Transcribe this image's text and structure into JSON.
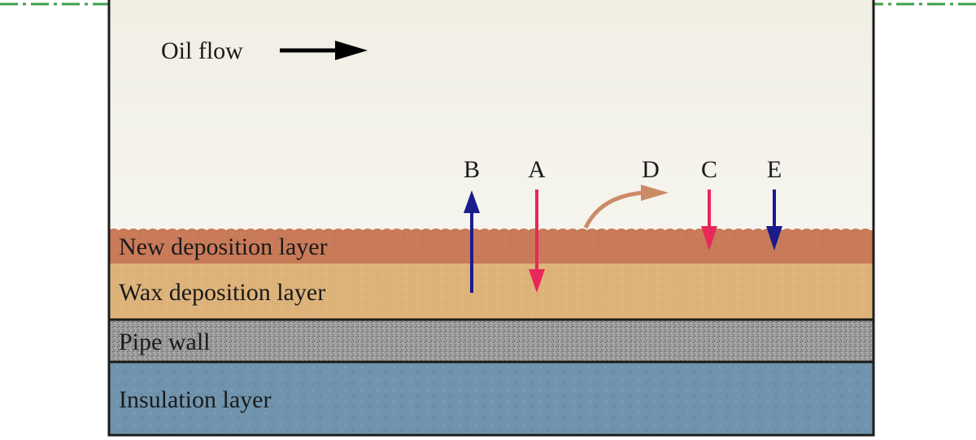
{
  "flow": {
    "label": "Oil flow"
  },
  "layers": {
    "new_deposition": "New deposition layer",
    "wax_deposition": "Wax deposition layer",
    "pipe_wall": "Pipe wall",
    "insulation": "Insulation layer"
  },
  "markers": {
    "a": "A",
    "b": "B",
    "c": "C",
    "d": "D",
    "e": "E"
  },
  "colors": {
    "oil": "#f3f2ea",
    "new_deposition": "#c97a58",
    "wax_deposition": "#ddb37a",
    "pipe_wall": "#9a9a9a",
    "insulation": "#6f93ad",
    "centerline": "#3ea04a",
    "arrow_blue": "#1a1c8c",
    "arrow_red": "#e8285a",
    "arrow_brown": "#cc8a66"
  }
}
